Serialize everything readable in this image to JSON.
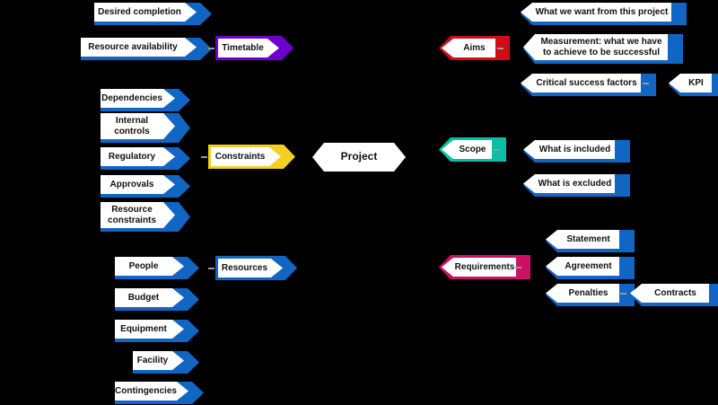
{
  "diagram": {
    "title": "Project",
    "type": "fishbone-mind-map",
    "background_color": "#000000"
  },
  "center": {
    "label": "Project",
    "shape": "hexagon",
    "border_color": "#ffffff",
    "fill_color": "#ffffff"
  },
  "branches": [
    {
      "id": "timetable",
      "label": "Timetable",
      "accent_color": "#6b00cf",
      "side": "left",
      "children": [
        {
          "label": "Desired completion",
          "accent_color": "#1266c3"
        },
        {
          "label": "Resource availability",
          "accent_color": "#1266c3"
        }
      ]
    },
    {
      "id": "constraints",
      "label": "Constraints",
      "accent_color": "#f2d021",
      "side": "left",
      "children": [
        {
          "label": "Dependencies",
          "accent_color": "#1266c3"
        },
        {
          "label": "Internal\ncontrols",
          "accent_color": "#1266c3"
        },
        {
          "label": "Regulatory",
          "accent_color": "#1266c3"
        },
        {
          "label": "Approvals",
          "accent_color": "#1266c3"
        },
        {
          "label": "Resource\nconstraints",
          "accent_color": "#1266c3"
        }
      ]
    },
    {
      "id": "resources",
      "label": "Resources",
      "accent_color": "#1266c3",
      "side": "left",
      "children": [
        {
          "label": "People",
          "accent_color": "#1266c3"
        },
        {
          "label": "Budget",
          "accent_color": "#1266c3"
        },
        {
          "label": "Equipment",
          "accent_color": "#1266c3"
        },
        {
          "label": "Facility",
          "accent_color": "#1266c3"
        },
        {
          "label": "Contingencies",
          "accent_color": "#1266c3"
        }
      ]
    },
    {
      "id": "aims",
      "label": "Aims",
      "accent_color": "#cf0d16",
      "side": "right",
      "children": [
        {
          "label": "What we want from this project",
          "accent_color": "#1266c3"
        },
        {
          "label": "Measurement: what we have\nto achieve to be successful",
          "accent_color": "#1266c3"
        },
        {
          "label": "Critical success factors",
          "accent_color": "#1266c3",
          "children": [
            {
              "label": "KPI",
              "accent_color": "#1266c3"
            }
          ]
        }
      ]
    },
    {
      "id": "scope",
      "label": "Scope",
      "accent_color": "#07bfa5",
      "side": "right",
      "children": [
        {
          "label": "What is included",
          "accent_color": "#1266c3"
        },
        {
          "label": "What is excluded",
          "accent_color": "#1266c3"
        }
      ]
    },
    {
      "id": "requirements",
      "label": "Requirements",
      "accent_color": "#cd0f66",
      "side": "right",
      "children": [
        {
          "label": "Statement",
          "accent_color": "#1266c3"
        },
        {
          "label": "Agreement",
          "accent_color": "#1266c3"
        },
        {
          "label": "Penalties",
          "accent_color": "#1266c3",
          "children": [
            {
              "label": "Contracts",
              "accent_color": "#1266c3"
            }
          ]
        }
      ]
    }
  ],
  "nodes": {
    "desired_completion": "Desired completion",
    "resource_availability": "Resource availability",
    "timetable": "Timetable",
    "dependencies": "Dependencies",
    "internal_controls": "Internal\ncontrols",
    "regulatory": "Regulatory",
    "approvals": "Approvals",
    "resource_constraints": "Resource\nconstraints",
    "constraints": "Constraints",
    "people": "People",
    "budget": "Budget",
    "equipment": "Equipment",
    "facility": "Facility",
    "contingencies": "Contingencies",
    "resources": "Resources",
    "project": "Project",
    "aims": "Aims",
    "what_we_want": "What we want from this project",
    "measurement": "Measurement: what we have\nto achieve to be successful",
    "critical_success_factors": "Critical success factors",
    "kpi": "KPI",
    "scope": "Scope",
    "what_is_included": "What is included",
    "what_is_excluded": "What is excluded",
    "requirements": "Requirements",
    "statement": "Statement",
    "agreement": "Agreement",
    "penalties": "Penalties",
    "contracts": "Contracts"
  }
}
